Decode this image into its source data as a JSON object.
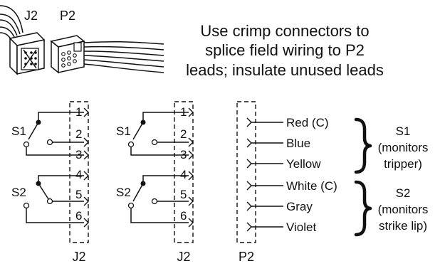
{
  "connector_labels": {
    "j2": "J2",
    "p2": "P2"
  },
  "instruction": {
    "line1": "Use crimp connectors to",
    "line2": "splice field wiring to P2",
    "line3": "leads; insulate unused leads"
  },
  "switches": {
    "s1": "S1",
    "s2": "S2"
  },
  "pins": [
    "1",
    "2",
    "3",
    "4",
    "5",
    "6"
  ],
  "footer_labels": {
    "left": "J2",
    "middle": "J2",
    "right": "P2"
  },
  "leads": [
    "Red (C)",
    "Blue",
    "Yellow",
    "White (C)",
    "Gray",
    "Violet"
  ],
  "groups": {
    "s1": {
      "name": "S1",
      "desc1": "(monitors",
      "desc2": "tripper)"
    },
    "s2": {
      "name": "S2",
      "desc1": "(monitors",
      "desc2": "strike lip)"
    }
  }
}
